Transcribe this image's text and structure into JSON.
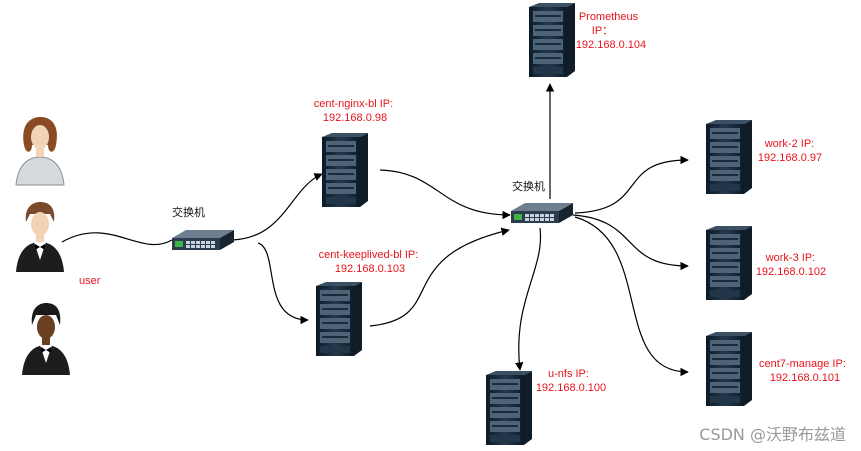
{
  "switch_label": "交换机",
  "user_label": "user",
  "watermark": "CSDN @沃野布兹道",
  "colors": {
    "label": "#e8141d",
    "line": "#000000"
  },
  "users": [
    {
      "name": "user-female-icon"
    },
    {
      "name": "user-waiter-icon"
    },
    {
      "name": "user-waiter-dark-icon"
    }
  ],
  "servers": [
    {
      "id": "prometheus",
      "lines": [
        "Prometheus",
        "IP：",
        "192.168.0.104"
      ]
    },
    {
      "id": "cent-nginx-bl",
      "lines": [
        "cent-nginx-bl IP:",
        "192.168.0.98"
      ]
    },
    {
      "id": "cent-keeplived-bl",
      "lines": [
        "cent-keeplived-bl IP:",
        "192.168.0.103"
      ]
    },
    {
      "id": "work-2",
      "lines": [
        "work-2  IP:",
        "192.168.0.97"
      ]
    },
    {
      "id": "work-3",
      "lines": [
        "work-3 IP:",
        "192.168.0.102"
      ]
    },
    {
      "id": "u-nfs",
      "lines": [
        "u-nfs IP:",
        "192.168.0.100"
      ]
    },
    {
      "id": "cent7-manage",
      "lines": [
        "cent7-manage IP:",
        "192.168.0.101"
      ]
    }
  ]
}
